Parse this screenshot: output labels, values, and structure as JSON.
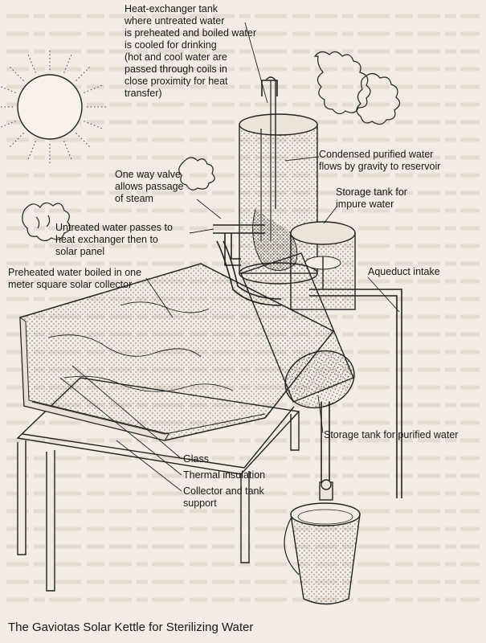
{
  "caption": "The Gaviotas Solar Kettle for Sterilizing Water",
  "labels": {
    "heat_exchanger": "Heat-exchanger tank\nwhere untreated water\nis preheated and boiled water\nis cooled for drinking\n(hot and cool water are\npassed through coils in\nclose proximity for heat\ntransfer)",
    "condensed_water": "Condensed purified water\nflows by gravity to reservoir",
    "one_way_valve": "One way valve\nallows passage\nof steam",
    "storage_impure": "Storage tank for\nimpure water",
    "untreated_water": "Untreated water passes to\nheat exchanger then to\nsolar panel",
    "aqueduct": "Aqueduct intake",
    "preheated": "Preheated water boiled in one\nmeter square solar collector",
    "storage_purified": "Storage tank for purified water",
    "glass": "Glass",
    "thermal": "Thermal insulation",
    "support": "Collector and tank\nsupport"
  }
}
